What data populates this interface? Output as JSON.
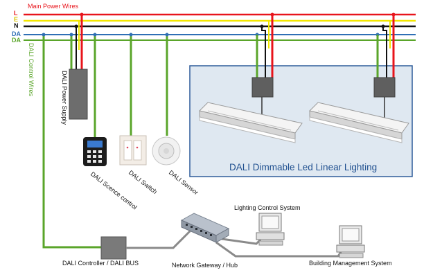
{
  "wires": {
    "main_label": "Main Power Wires",
    "L": "L",
    "E": "E",
    "N": "N",
    "DA1": "DA",
    "DA2": "DA",
    "control_label": "DALI Control Wires"
  },
  "devices": {
    "power_supply": "DALI Power Supply",
    "scene_control": "DALI Scence control",
    "switch": "DALI Switch",
    "sensor": "DALI Sensor",
    "controller": "DALI Controller / DALI BUS",
    "gateway": "Network Gateway / Hub",
    "lighting_system": "Lighting Control System",
    "bms": "Building Management System"
  },
  "panel": {
    "title": "DALI Dimmable Led Linear Lighting"
  },
  "colors": {
    "L": "#e8141b",
    "E": "#f2e600",
    "N": "#111111",
    "DA": "#2f6fb5",
    "DA_green": "#5aa52a",
    "control": "#5aa52a",
    "network": "#8a8a8a"
  }
}
